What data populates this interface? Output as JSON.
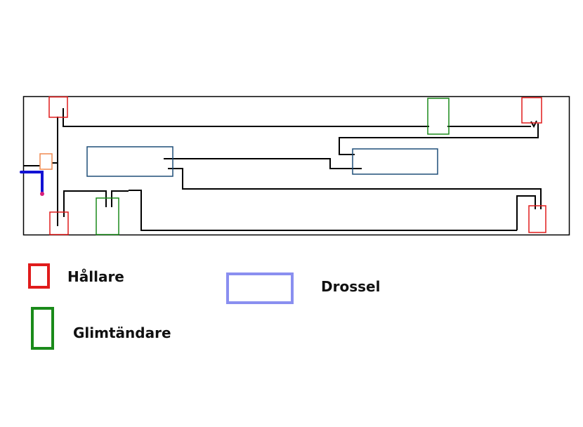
{
  "colors": {
    "frame": "#000000",
    "wire": "#000000",
    "holder": "#e01b1b",
    "starter": "#1a8a1a",
    "ballast": "#1f4e79",
    "ballast_legend": "#8a8ff0",
    "feed_wire": "#1212d4",
    "feed_dot": "#d8207a",
    "terminal": "#f08a50"
  },
  "legend": {
    "holder_label": "Hållare",
    "starter_label": "Glimtändare",
    "ballast_label": "Drossel"
  }
}
